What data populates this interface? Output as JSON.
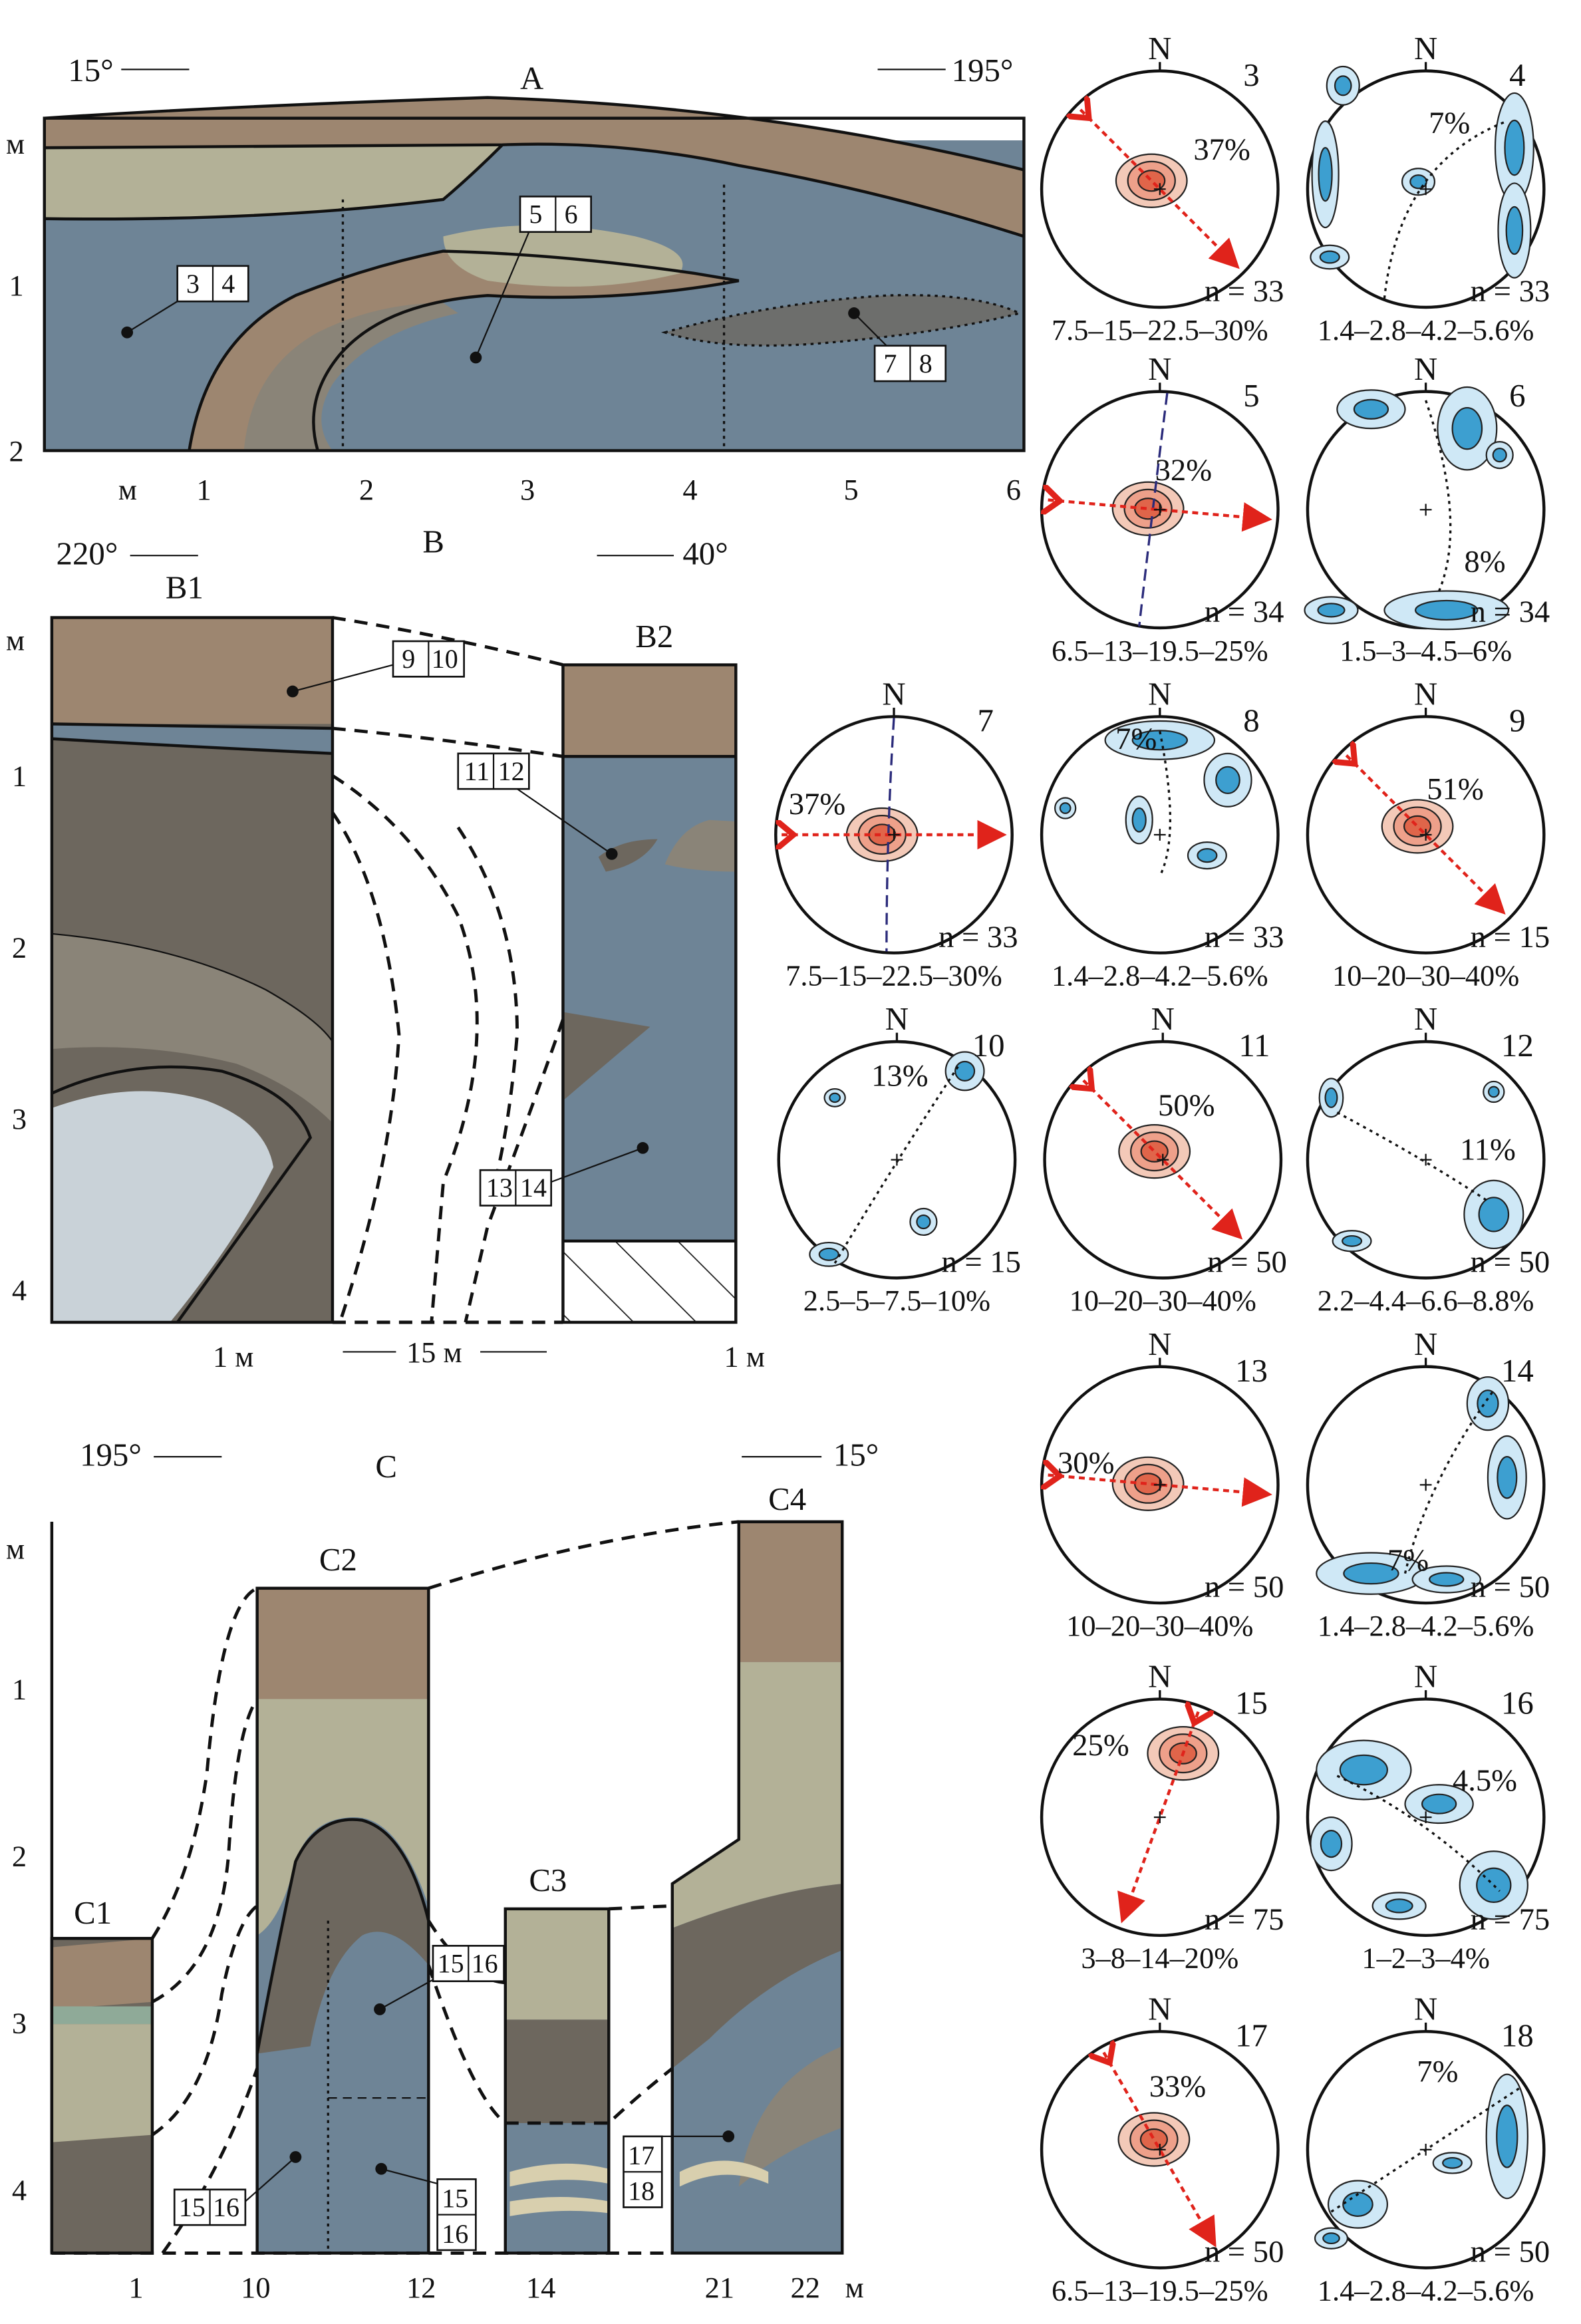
{
  "section_a": {
    "title": "A",
    "azimuth_left": "15°",
    "azimuth_right": "195°",
    "depth_unit": "м",
    "depth_ticks": [
      "1",
      "2"
    ],
    "x_unit": "м",
    "x_ticks": [
      "1",
      "2",
      "3",
      "4",
      "5",
      "6"
    ],
    "sample_boxes": [
      [
        "3",
        "4"
      ],
      [
        "5",
        "6"
      ],
      [
        "7",
        "8"
      ]
    ]
  },
  "section_b": {
    "title": "B",
    "azimuth_left": "220°",
    "azimuth_right": "40°",
    "column_left": "B1",
    "column_right": "B2",
    "depth_unit": "м",
    "depth_ticks": [
      "1",
      "2",
      "3",
      "4"
    ],
    "scale_left": "1 м",
    "distance": "15 м",
    "scale_right": "1 м",
    "sample_boxes": [
      [
        "9",
        "10"
      ],
      [
        "11",
        "12"
      ],
      [
        "13",
        "14"
      ]
    ]
  },
  "section_c": {
    "title": "C",
    "azimuth_left": "195°",
    "azimuth_right": "15°",
    "columns": [
      "C1",
      "C2",
      "C3",
      "C4"
    ],
    "depth_unit": "м",
    "depth_ticks": [
      "1",
      "2",
      "3",
      "4"
    ],
    "x_ticks": [
      "1",
      "10",
      "12",
      "14",
      "21",
      "22"
    ],
    "x_unit": "м",
    "sample_boxes": [
      [
        "15",
        "16"
      ],
      [
        "15",
        "16"
      ],
      [
        "15",
        "16"
      ],
      [
        "17",
        "18"
      ]
    ]
  },
  "stereonets": [
    {
      "id": "3",
      "north": "N",
      "peak": "37%",
      "n": "n = 33",
      "scale": "7.5–15–22.5–30%",
      "palette": "red",
      "arrow_trend_deg": 135
    },
    {
      "id": "4",
      "north": "N",
      "peak": "7%",
      "n": "n = 33",
      "scale": "1.4–2.8–4.2–5.6%",
      "palette": "blue"
    },
    {
      "id": "5",
      "north": "N",
      "peak": "32%",
      "n": "n = 34",
      "scale": "6.5–13–19.5–25%",
      "palette": "red",
      "arrow_trend_deg": 95
    },
    {
      "id": "6",
      "north": "N",
      "peak": "8%",
      "n": "n = 34",
      "scale": "1.5–3–4.5–6%",
      "palette": "blue"
    },
    {
      "id": "7",
      "north": "N",
      "peak": "37%",
      "n": "n = 33",
      "scale": "7.5–15–22.5–30%",
      "palette": "red",
      "arrow_trend_deg": 90
    },
    {
      "id": "8",
      "north": "N",
      "peak": "7%",
      "n": "n = 33",
      "scale": "1.4–2.8–4.2–5.6%",
      "palette": "blue"
    },
    {
      "id": "9",
      "north": "N",
      "peak": "51%",
      "n": "n = 15",
      "scale": "10–20–30–40%",
      "palette": "red",
      "arrow_trend_deg": 135
    },
    {
      "id": "10",
      "north": "N",
      "peak": "13%",
      "n": "n = 15",
      "scale": "2.5–5–7.5–10%",
      "palette": "blue"
    },
    {
      "id": "11",
      "north": "N",
      "peak": "50%",
      "n": "n = 50",
      "scale": "10–20–30–40%",
      "palette": "red",
      "arrow_trend_deg": 135
    },
    {
      "id": "12",
      "north": "N",
      "peak": "11%",
      "n": "n = 50",
      "scale": "2.2–4.4–6.6–8.8%",
      "palette": "blue"
    },
    {
      "id": "13",
      "north": "N",
      "peak": "30%",
      "n": "n = 50",
      "scale": "10–20–30–40%",
      "palette": "red",
      "arrow_trend_deg": 95
    },
    {
      "id": "14",
      "north": "N",
      "peak": "7%",
      "n": "n = 50",
      "scale": "1.4–2.8–4.2–5.6%",
      "palette": "blue"
    },
    {
      "id": "15",
      "north": "N",
      "peak": "25%",
      "n": "n = 75",
      "scale": "3–8–14–20%",
      "palette": "red",
      "arrow_trend_deg": 200
    },
    {
      "id": "16",
      "north": "N",
      "peak": "4.5%",
      "n": "n = 75",
      "scale": "1–2–3–4%",
      "palette": "blue"
    },
    {
      "id": "17",
      "north": "N",
      "peak": "33%",
      "n": "n = 50",
      "scale": "6.5–13–19.5–25%",
      "palette": "red",
      "arrow_trend_deg": 150
    },
    {
      "id": "18",
      "north": "N",
      "peak": "7%",
      "n": "n = 50",
      "scale": "1.4–2.8–4.2–5.6%",
      "palette": "blue"
    }
  ],
  "colors": {
    "red_fill": "#f3c9b8",
    "red_core": "#e0654a",
    "blue_fill": "#cfe8f6",
    "blue_core": "#3d9fd0",
    "arrow": "#e0231b"
  }
}
